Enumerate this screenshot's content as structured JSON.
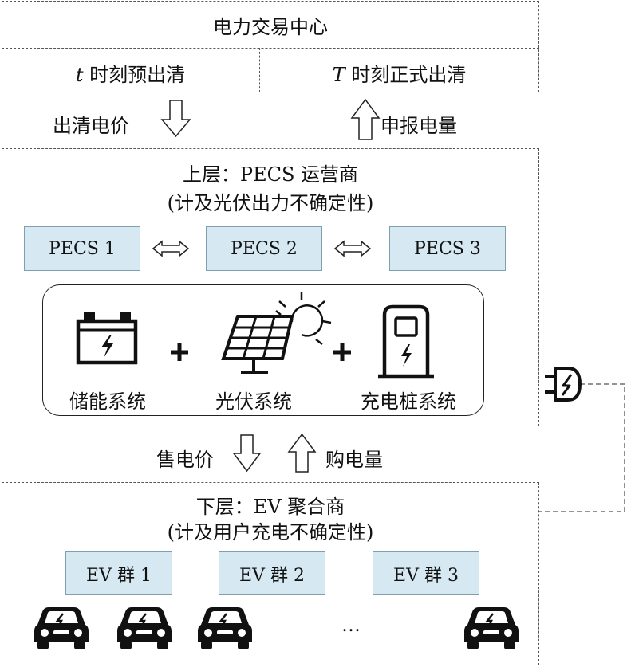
{
  "exchange": {
    "title": "电力交易中心",
    "t_var": "t",
    "t_label": "时刻预出清",
    "T_var": "T",
    "T_label": "时刻正式出清"
  },
  "arrows_top": {
    "down_label": "出清电价",
    "up_label": "申报电量"
  },
  "upper": {
    "title": "上层：PECS 运营商",
    "subtitle": "(计及光伏出力不确定性)",
    "pecs": [
      "PECS 1",
      "PECS 2",
      "PECS 3"
    ],
    "components": [
      "储能系统",
      "光伏系统",
      "充电桩系统"
    ],
    "plus": "+"
  },
  "arrows_mid": {
    "down_label": "售电价",
    "up_label": "购电量"
  },
  "lower": {
    "title": "下层：EV 聚合商",
    "subtitle": "(计及用户充电不确定性)",
    "groups": [
      "EV 群 1",
      "EV 群 2",
      "EV 群 3"
    ],
    "ellipsis": "…"
  },
  "colors": {
    "pecs_fill": "#d6e9f3",
    "pecs_border": "#7f9fae",
    "dash": "#555555"
  }
}
